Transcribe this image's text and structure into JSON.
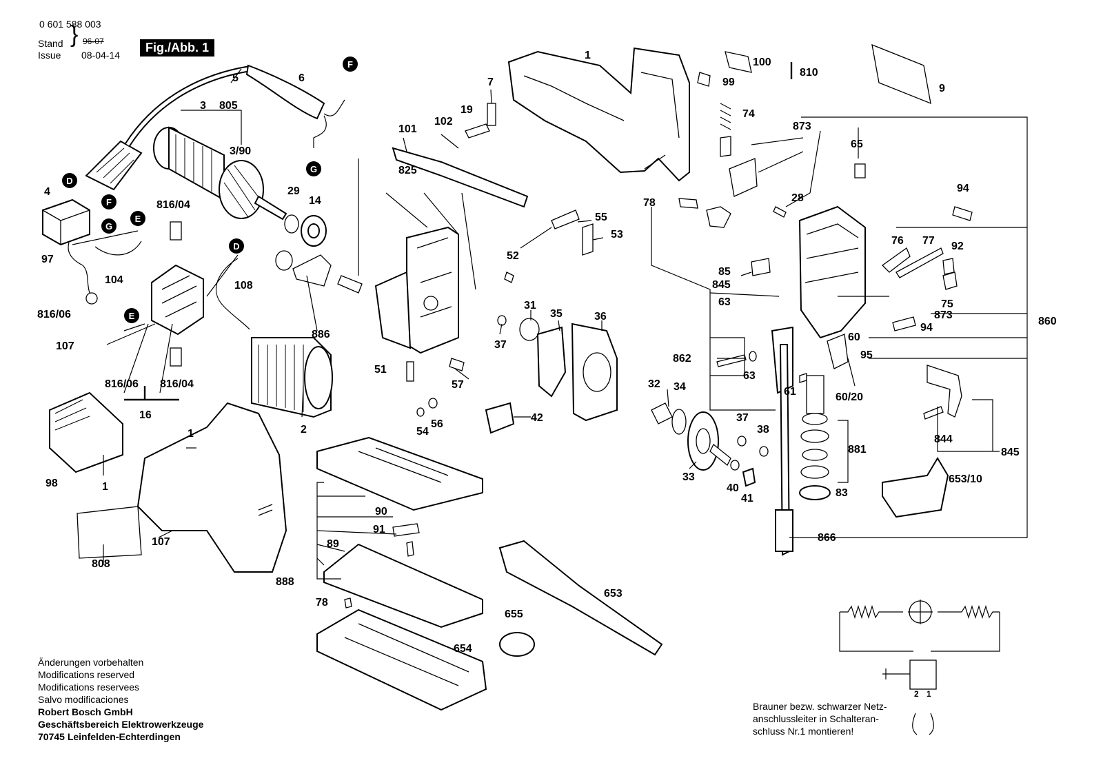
{
  "header": {
    "part_number": "0 601 588 003",
    "stand_label": "Stand",
    "issue_label": "Issue",
    "old_date": "96-07",
    "issue_date": "08-04-14",
    "figure": "Fig./Abb. 1"
  },
  "footer_notes": {
    "lines": [
      "Änderungen vorbehalten",
      "Modifications reserved",
      "Modifications reservees",
      "Salvo modificaciones"
    ],
    "company": [
      "Robert Bosch GmbH",
      "Geschäftsbereich Elektrowerkzeuge",
      "70745 Leinfelden-Echterdingen"
    ]
  },
  "wiring_note": [
    "Brauner bezw. schwarzer Netz-",
    "anschlussleiter in Schalteran-",
    "schluss Nr.1 montieren!"
  ],
  "terminals": [
    "2",
    "1"
  ],
  "labels": {
    "l1a": "1",
    "l1b": "1",
    "l1c": "1",
    "l2": "2",
    "l3": "3",
    "l390": "3/90",
    "l4": "4",
    "l5": "5",
    "l805": "805",
    "l6": "6",
    "l7": "7",
    "l9": "9",
    "l14": "14",
    "l16": "16",
    "l19": "19",
    "l28": "28",
    "l29": "29",
    "l31": "31",
    "l32": "32",
    "l33": "33",
    "l34": "34",
    "l35": "35",
    "l36": "36",
    "l37a": "37",
    "l37b": "37",
    "l38": "38",
    "l40": "40",
    "l41": "41",
    "l42": "42",
    "l51": "51",
    "l52": "52",
    "l53": "53",
    "l54": "54",
    "l55": "55",
    "l56": "56",
    "l57": "57",
    "l60": "60",
    "l6020": "60/20",
    "l61": "61",
    "l63a": "63",
    "l63b": "63",
    "l65": "65",
    "l74": "74",
    "l75": "75",
    "l76": "76",
    "l77": "77",
    "l78a": "78",
    "l78b": "78",
    "l83": "83",
    "l85": "85",
    "l845a": "845",
    "l845b": "845",
    "l89": "89",
    "l90": "90",
    "l91": "91",
    "l92": "92",
    "l94a": "94",
    "l94b": "94",
    "l95": "95",
    "l97": "97",
    "l98": "98",
    "l99": "99",
    "l100": "100",
    "l101": "101",
    "l102": "102",
    "l104": "104",
    "l107a": "107",
    "l107b": "107",
    "l108": "108",
    "l653": "653",
    "l65310": "653/10",
    "l654": "654",
    "l655": "655",
    "l808": "808",
    "l810": "810",
    "l81604a": "816/04",
    "l81604b": "816/04",
    "l81606a": "816/06",
    "l81606b": "816/06",
    "l825": "825",
    "l844": "844",
    "l860": "860",
    "l862": "862",
    "l866": "866",
    "l873a": "873",
    "l873b": "873",
    "l881": "881",
    "l886": "886",
    "l888": "888"
  },
  "callouts": [
    "F",
    "G",
    "D",
    "F",
    "G",
    "E",
    "D",
    "E"
  ]
}
